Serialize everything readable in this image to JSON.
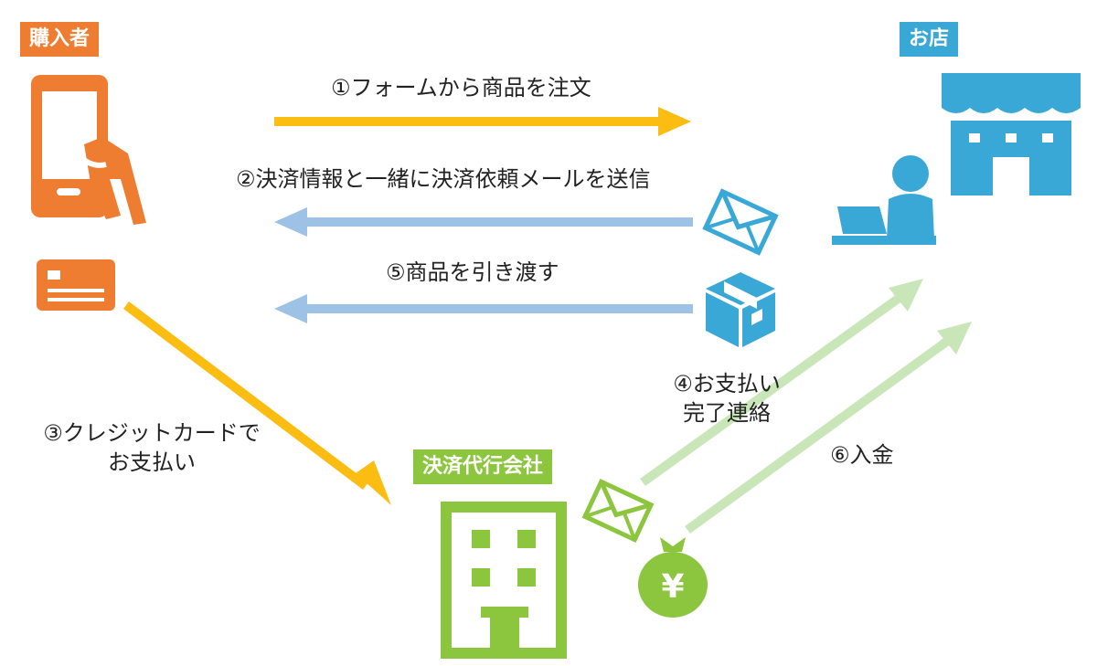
{
  "colors": {
    "buyer": "#ee7d32",
    "shop": "#3aa8d6",
    "payment": "#8cc63f",
    "gold": "#fbbd12",
    "blue_arrow": "#9dc2e6",
    "green_arrow": "#c9e6b9"
  },
  "actors": {
    "buyer_label": "購入者",
    "shop_label": "お店",
    "payment_company_label": "決済代行会社"
  },
  "steps": {
    "step1": "①フォームから商品を注文",
    "step2": "②決済情報と一緒に決済依頼メールを送信",
    "step3_line1": "③クレジットカードで",
    "step3_line2": "お支払い",
    "step4_line1": "④お支払い",
    "step4_line2": "完了連絡",
    "step5": "⑤商品を引き渡す",
    "step6": "⑥入金"
  },
  "icons": {
    "smartphone": "smartphone-hand-icon",
    "card": "credit-card-icon",
    "store": "store-icon",
    "clerk": "clerk-laptop-icon",
    "mail": "envelope-icon",
    "package": "package-box-icon",
    "building": "office-building-icon",
    "money": "yen-money-bag-icon",
    "yen_symbol": "¥"
  }
}
